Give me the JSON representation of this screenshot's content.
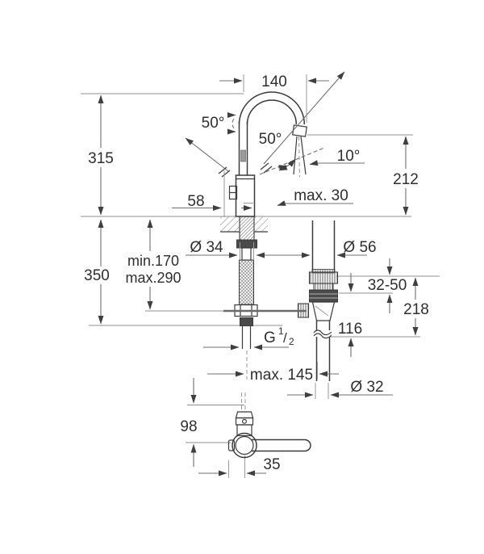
{
  "drawing": {
    "kind": "faucet-installation-dimension-diagram",
    "colors": {
      "line": "#3b3b3b",
      "dimension": "#6f6f6f",
      "text": "#2e2e2e",
      "background": "#ffffff"
    }
  },
  "dims": {
    "spout_reach": "140",
    "handle_angle": "50°",
    "spout_angle": "50°",
    "outlet_angle": "10°",
    "total_height": "315",
    "outlet_height": "212",
    "body_offset": "58",
    "deck_thickness": "max. 30",
    "hole_dia": "Ø 34",
    "waste_flange_dia": "Ø 56",
    "mount_min": "min.170",
    "mount_max": "max.290",
    "below_deck": "350",
    "basin_range": "32-50",
    "waste_height": "218",
    "tailpipe_length": "116",
    "thread_g": "G",
    "thread_num": "1",
    "thread_slash": "/",
    "thread_den": "2",
    "center_distance": "max. 145",
    "tailpipe_dia": "Ø 32",
    "handle_depth": "98",
    "handle_offset": "35"
  }
}
